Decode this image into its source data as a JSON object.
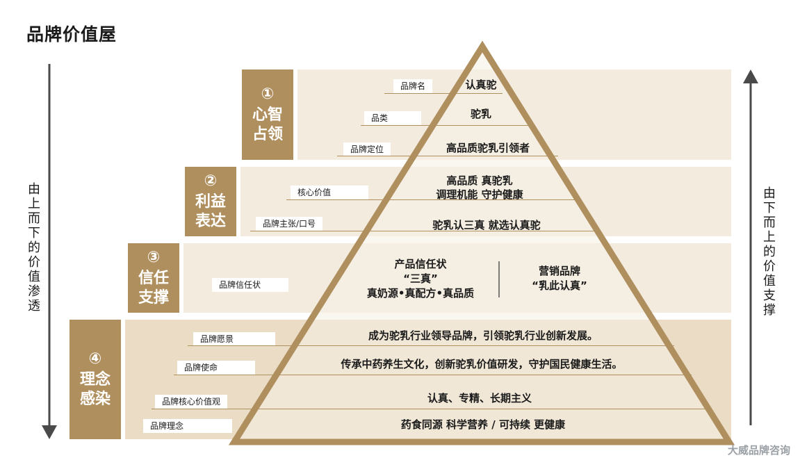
{
  "title": "品牌价值屋",
  "left_arrow_text": "由上而下的价值渗透",
  "right_arrow_text": "由下而上的价值支撑",
  "tiers": [
    {
      "num": "①",
      "name_line1": "心智",
      "name_line2": "占领"
    },
    {
      "num": "②",
      "name_line1": "利益",
      "name_line2": "表达"
    },
    {
      "num": "③",
      "name_line1": "信任",
      "name_line2": "支撑"
    },
    {
      "num": "④",
      "name_line1": "理念",
      "name_line2": "感染"
    }
  ],
  "rows": {
    "brand_name": {
      "label": "品牌名",
      "value": "认真驼"
    },
    "category": {
      "label": "品类",
      "value": "驼乳"
    },
    "positioning": {
      "label": "品牌定位",
      "value": "高品质驼乳引领者"
    },
    "core_value": {
      "label": "核心价值",
      "value_line1": "高品质 真驼乳",
      "value_line2": "调理机能 守护健康"
    },
    "slogan": {
      "label": "品牌主张/口号",
      "value": "驼乳认三真 就选认真驼"
    },
    "trust": {
      "label": "品牌信任状",
      "left_line1": "产品信任状",
      "left_line2": "“三真”",
      "left_line3": "真奶源•真配方•真品质",
      "right_line1": "营销品牌",
      "right_line2": "“乳此认真”"
    },
    "vision": {
      "label": "品牌愿景",
      "value": "成为驼乳行业领导品牌，引领驼乳行业创新发展。"
    },
    "mission": {
      "label": "品牌使命",
      "value": "传承中药养生文化，创新驼乳价值研发，守护国民健康生活。"
    },
    "core_values": {
      "label": "品牌核心价值观",
      "value": "认真、专精、长期主义"
    },
    "philosophy": {
      "label": "品牌理念",
      "value": "药食同源 科学营养 / 可持续 更健康"
    }
  },
  "watermark": "大威品牌咨询",
  "colors": {
    "accent": "#b08f5f",
    "band": "#f3ebdd",
    "band_dark": "#ecdfc9",
    "arrow": "#4a4a4a"
  }
}
